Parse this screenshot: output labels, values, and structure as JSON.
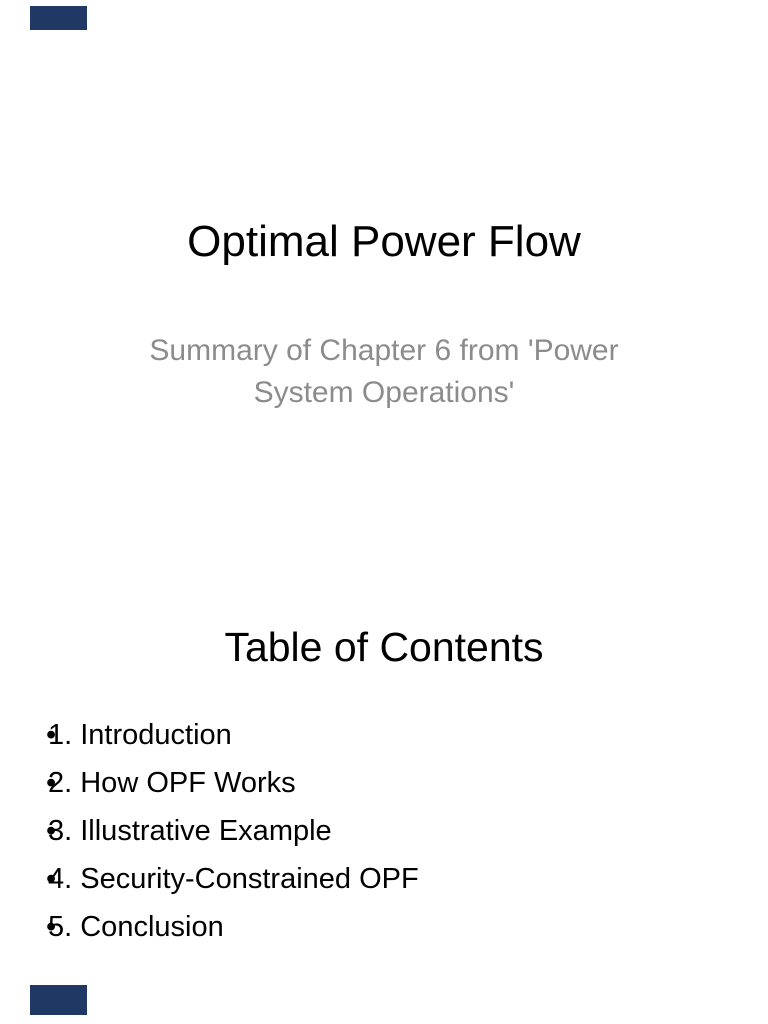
{
  "colors": {
    "background": "#ffffff",
    "accent_bar": "#1F3864",
    "title_text": "#000000",
    "subtitle_text": "#8C8C8C",
    "body_text": "#000000"
  },
  "title_slide": {
    "title": "Optimal Power Flow",
    "subtitle": "Summary of Chapter 6 from 'Power System Operations'"
  },
  "toc_slide": {
    "heading": "Table of Contents",
    "bullet_glyph": "•",
    "items": [
      "1. Introduction",
      "2. How OPF Works",
      "3. Illustrative Example",
      "4. Security-Constrained OPF",
      "5. Conclusion"
    ]
  }
}
